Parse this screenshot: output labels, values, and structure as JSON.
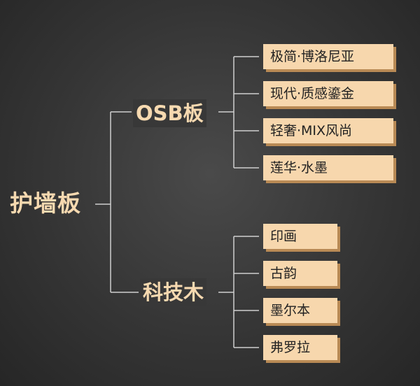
{
  "root": {
    "label": "护墙板"
  },
  "branches": [
    {
      "label": "OSB板",
      "leaves": [
        "极简·博洛尼亚",
        "现代·质感鎏金",
        "轻奢·MIX风尚",
        "莲华·水墨"
      ]
    },
    {
      "label": "科技木",
      "leaves": [
        "印画",
        "古韵",
        "墨尔本",
        "弗罗拉"
      ]
    }
  ],
  "colors": {
    "label_text": "#f6d9b0",
    "box_fill": "#f7d7ad",
    "box_shadow": "#b98a55",
    "connector": "#cfcfcf",
    "background": "#353535"
  }
}
